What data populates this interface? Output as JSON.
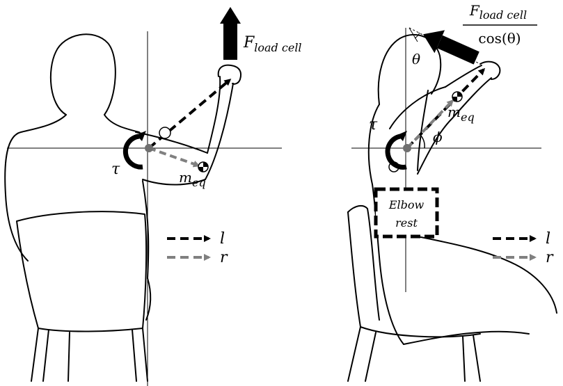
{
  "left_panel": {
    "force_label": "F",
    "force_sub": "load cell",
    "torque_label": "τ",
    "mass_label": "m",
    "mass_sub": "eq",
    "legend": [
      {
        "symbol": "l",
        "color": "#000000"
      },
      {
        "symbol": "r",
        "color": "#808080"
      }
    ]
  },
  "right_panel": {
    "force_num": "F",
    "force_num_sub": "load cell",
    "force_den": "cos(θ)",
    "theta_label": "θ",
    "phi_label": "ϕ",
    "torque_label": "τ",
    "mass_label": "m",
    "mass_sub": "eq",
    "box_line1": "Elbow",
    "box_line2": "rest",
    "legend": [
      {
        "symbol": "l",
        "color": "#000000"
      },
      {
        "symbol": "r",
        "color": "#808080"
      }
    ]
  },
  "colors": {
    "primary": "#000000",
    "secondary": "#808080"
  }
}
